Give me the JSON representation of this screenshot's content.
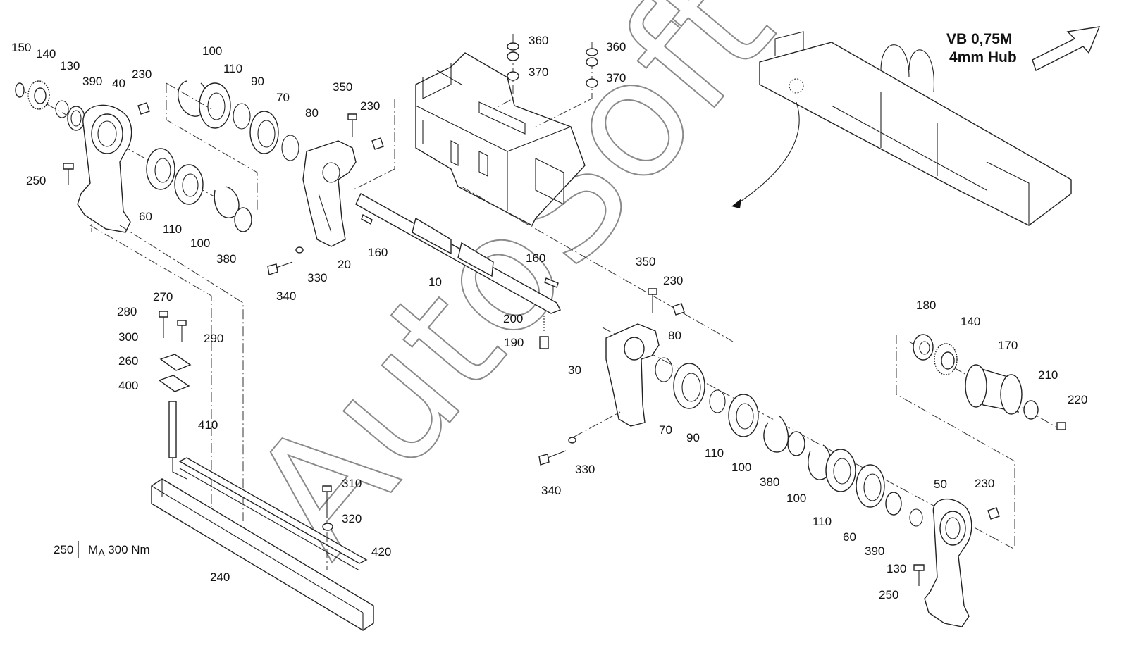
{
  "header": {
    "line1": "VB 0,75M",
    "line2": "4mm Hub"
  },
  "watermark": "AutoSoft",
  "torque_note": {
    "part": "250",
    "symbol": "M",
    "subscript": "A",
    "value": "300 Nm"
  },
  "callouts": [
    {
      "id": "c150a",
      "text": "150"
    },
    {
      "id": "c140a",
      "text": "140"
    },
    {
      "id": "c130a",
      "text": "130"
    },
    {
      "id": "c390a",
      "text": "390"
    },
    {
      "id": "c40",
      "text": "40"
    },
    {
      "id": "c230a",
      "text": "230"
    },
    {
      "id": "c100a",
      "text": "100"
    },
    {
      "id": "c110a",
      "text": "110"
    },
    {
      "id": "c90a",
      "text": "90"
    },
    {
      "id": "c70a",
      "text": "70"
    },
    {
      "id": "c80a",
      "text": "80"
    },
    {
      "id": "c350a",
      "text": "350"
    },
    {
      "id": "c230b",
      "text": "230"
    },
    {
      "id": "c360a",
      "text": "360"
    },
    {
      "id": "c370a",
      "text": "370"
    },
    {
      "id": "c360b",
      "text": "360"
    },
    {
      "id": "c370b",
      "text": "370"
    },
    {
      "id": "c250a",
      "text": "250"
    },
    {
      "id": "c60a",
      "text": "60"
    },
    {
      "id": "c110b",
      "text": "110"
    },
    {
      "id": "c100b",
      "text": "100"
    },
    {
      "id": "c380a",
      "text": "380"
    },
    {
      "id": "c20",
      "text": "20"
    },
    {
      "id": "c160a",
      "text": "160"
    },
    {
      "id": "c330a",
      "text": "330"
    },
    {
      "id": "c340a",
      "text": "340"
    },
    {
      "id": "c10",
      "text": "10"
    },
    {
      "id": "c160b",
      "text": "160"
    },
    {
      "id": "c350b",
      "text": "350"
    },
    {
      "id": "c230c",
      "text": "230"
    },
    {
      "id": "c200",
      "text": "200"
    },
    {
      "id": "c190",
      "text": "190"
    },
    {
      "id": "c80b",
      "text": "80"
    },
    {
      "id": "c30",
      "text": "30"
    },
    {
      "id": "c270",
      "text": "270"
    },
    {
      "id": "c280",
      "text": "280"
    },
    {
      "id": "c300",
      "text": "300"
    },
    {
      "id": "c290",
      "text": "290"
    },
    {
      "id": "c260",
      "text": "260"
    },
    {
      "id": "c400",
      "text": "400"
    },
    {
      "id": "c410",
      "text": "410"
    },
    {
      "id": "c310",
      "text": "310"
    },
    {
      "id": "c320",
      "text": "320"
    },
    {
      "id": "c420",
      "text": "420"
    },
    {
      "id": "c240",
      "text": "240"
    },
    {
      "id": "c180",
      "text": "180"
    },
    {
      "id": "c140b",
      "text": "140"
    },
    {
      "id": "c170",
      "text": "170"
    },
    {
      "id": "c210",
      "text": "210"
    },
    {
      "id": "c220",
      "text": "220"
    },
    {
      "id": "c70b",
      "text": "70"
    },
    {
      "id": "c90b",
      "text": "90"
    },
    {
      "id": "c110c",
      "text": "110"
    },
    {
      "id": "c100c",
      "text": "100"
    },
    {
      "id": "c380b",
      "text": "380"
    },
    {
      "id": "c100d",
      "text": "100"
    },
    {
      "id": "c110d",
      "text": "110"
    },
    {
      "id": "c60b",
      "text": "60"
    },
    {
      "id": "c390b",
      "text": "390"
    },
    {
      "id": "c50",
      "text": "50"
    },
    {
      "id": "c230d",
      "text": "230"
    },
    {
      "id": "c130b",
      "text": "130"
    },
    {
      "id": "c250b",
      "text": "250"
    },
    {
      "id": "c340b",
      "text": "340"
    },
    {
      "id": "c330b",
      "text": "330"
    }
  ]
}
